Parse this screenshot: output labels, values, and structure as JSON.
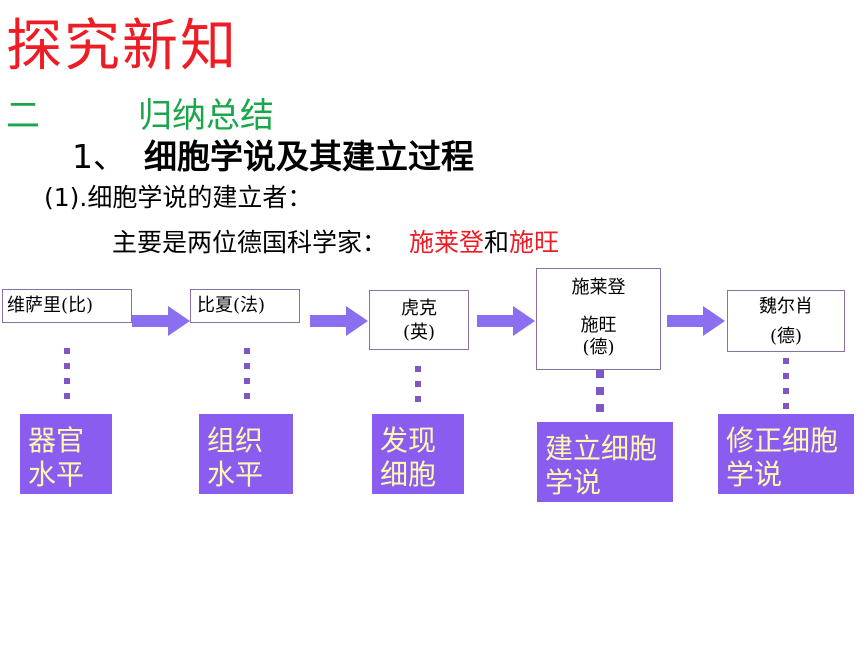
{
  "title": "探究新知",
  "section": {
    "number": "二",
    "label": "归纳总结"
  },
  "heading": {
    "number": "1、",
    "text": "细胞学说及其建立过程"
  },
  "subheading": "(1).细胞学说的建立者：",
  "main_line": {
    "prefix": "主要是两位德国科学家：",
    "name1": "施莱登",
    "connector": "和",
    "name2": "施旺"
  },
  "flow": [
    {
      "scientist": [
        "维萨里(比)"
      ],
      "achievement": [
        "器官",
        "水平"
      ]
    },
    {
      "scientist": [
        "比夏(法)"
      ],
      "achievement": [
        "组织",
        "水平"
      ]
    },
    {
      "scientist": [
        "虎克",
        "(英)"
      ],
      "achievement": [
        "发现",
        "细胞"
      ]
    },
    {
      "scientist": [
        "施莱登",
        "施旺",
        "(德)"
      ],
      "achievement": [
        "建立细胞",
        "学说"
      ]
    },
    {
      "scientist": [
        "魏尔肖",
        "(德)"
      ],
      "achievement": [
        "修正细胞",
        "学说"
      ]
    }
  ],
  "colors": {
    "title": "#ee1c25",
    "section": "#1aa64b",
    "highlight": "#ee1c25",
    "box": "#8a5cf0",
    "box_text": "#fff9b0",
    "arrow": "#8a6ff0"
  }
}
